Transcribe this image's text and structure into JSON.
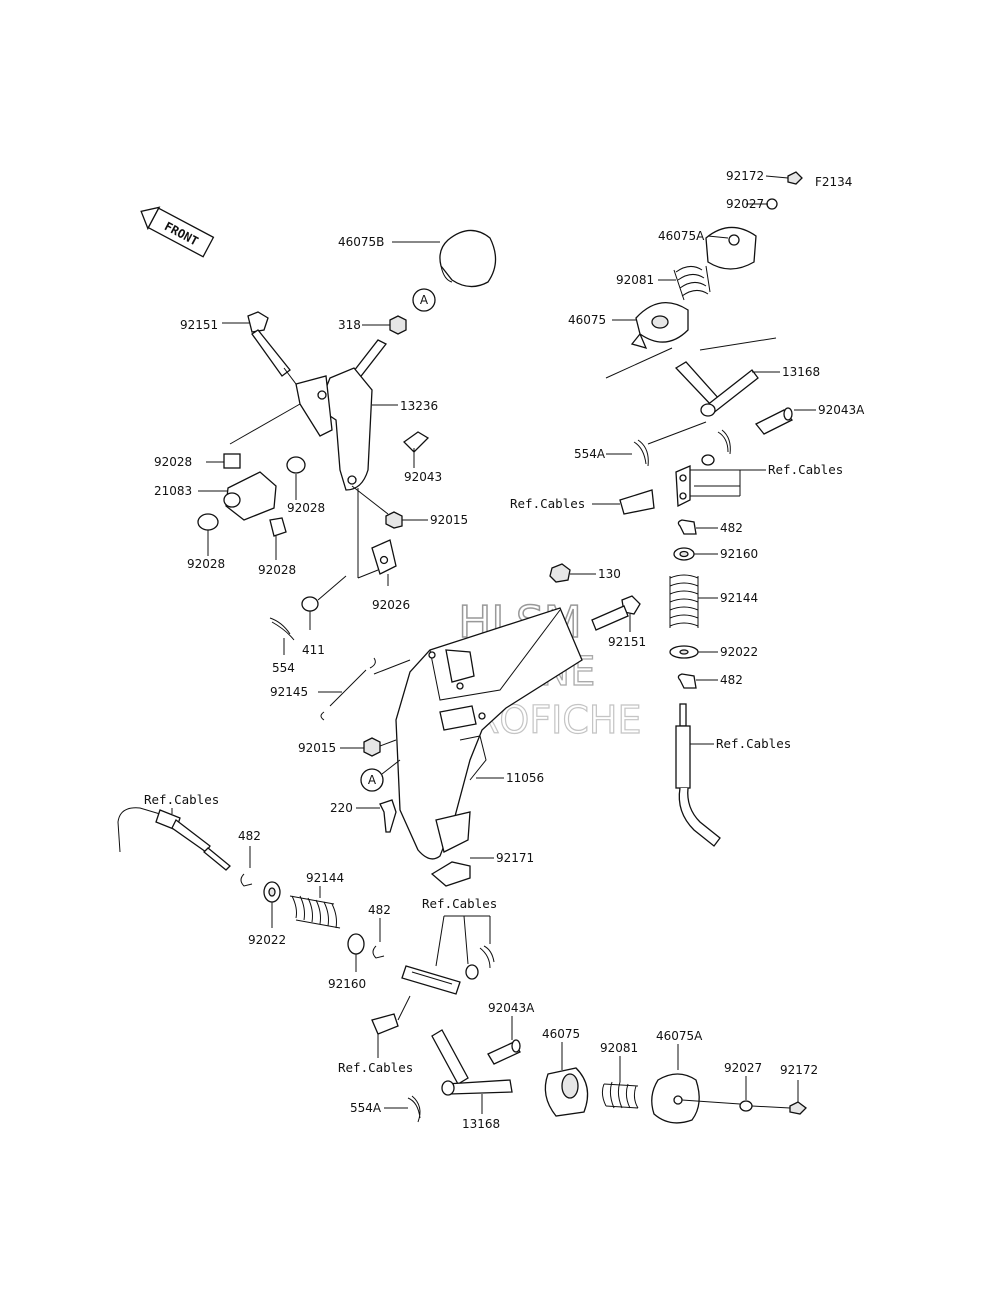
{
  "diagram": {
    "figure_code": "F2134",
    "front_label": "FRONT",
    "ref_cables": "Ref.Cables",
    "watermark": {
      "line1": "HLSM",
      "line2": "ONLINE",
      "line3": "MICROFICHE"
    },
    "callout_A": "A",
    "parts": {
      "p46075B": "46075B",
      "p318": "318",
      "p92151a": "92151",
      "p13236": "13236",
      "p92028a": "92028",
      "p21083": "21083",
      "p92028b": "92028",
      "p92028c": "92028",
      "p92028d": "92028",
      "p92043": "92043",
      "p92015a": "92015",
      "p92026": "92026",
      "p554": "554",
      "p411": "411",
      "p92172a": "92172",
      "p92027a": "92027",
      "p46075Aa": "46075A",
      "p92081a": "92081",
      "p46075a": "46075",
      "p13168a": "13168",
      "p92043Aa": "92043A",
      "p554Aa": "554A",
      "p482a": "482",
      "p92160a": "92160",
      "p92144a": "92144",
      "p92022a": "92022",
      "p482b": "482",
      "p130": "130",
      "p92151b": "92151",
      "p92145": "92145",
      "p92015b": "92015",
      "p11056": "11056",
      "p220": "220",
      "p92171": "92171",
      "p482c": "482",
      "p92144b": "92144",
      "p92022b": "92022",
      "p482d": "482",
      "p92160b": "92160",
      "p92043Ab": "92043A",
      "p46075b": "46075",
      "p92081b": "92081",
      "p46075Ab": "46075A",
      "p92027b": "92027",
      "p92172b": "92172",
      "p554Ab": "554A",
      "p13168b": "13168"
    }
  }
}
